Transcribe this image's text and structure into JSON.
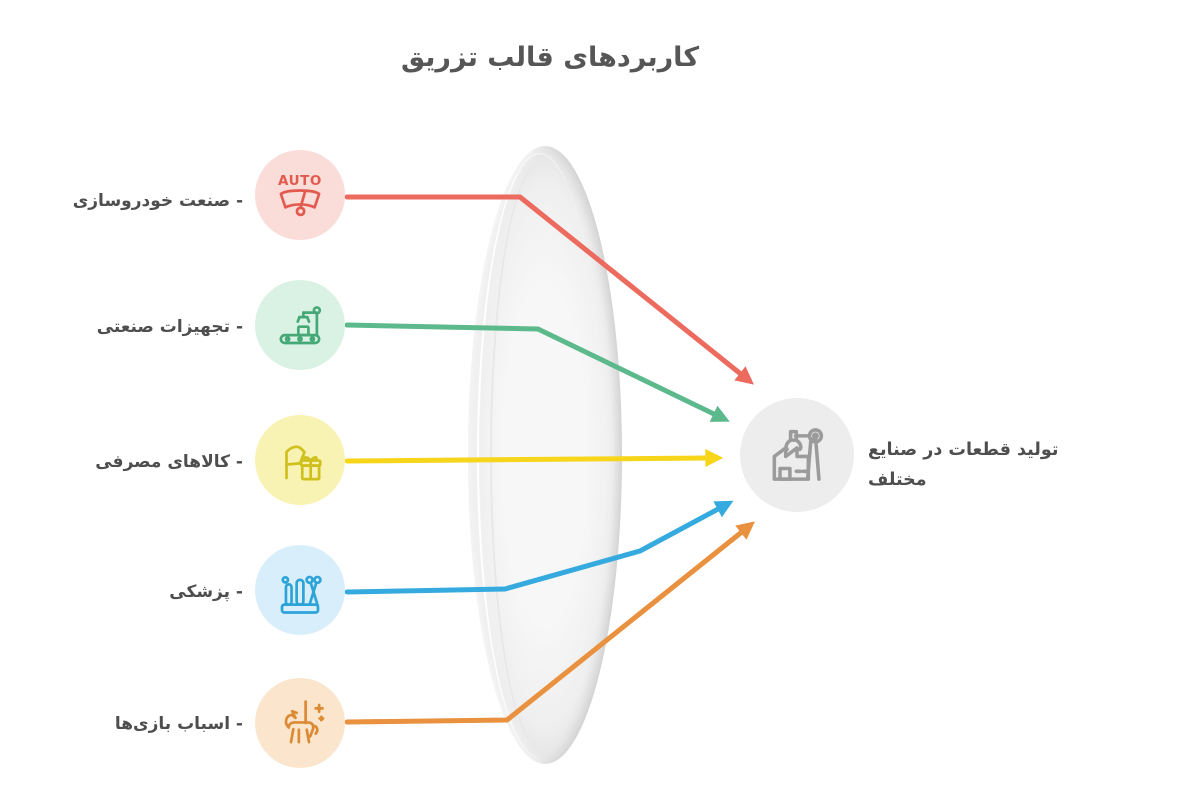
{
  "title": "کاربردهای قالب تزریق",
  "sources": [
    {
      "label": "- صنعت خودروسازی",
      "icon": "auto-windshield-icon",
      "icon_text": "AUTO",
      "arrow_color": "#ec6a5e",
      "circle_bg": "#fadcd9",
      "icon_color": "#e25a4e"
    },
    {
      "label": "- تجهیزات صنعتی",
      "icon": "conveyor-robot-icon",
      "arrow_color": "#5cb98c",
      "circle_bg": "#d9f2e4",
      "icon_color": "#47a877"
    },
    {
      "label": "- کالاهای مصرفی",
      "icon": "like-gift-icon",
      "arrow_color": "#f6d51a",
      "circle_bg": "#f8f3b2",
      "icon_color": "#cfc01e"
    },
    {
      "label": "- پزشکی",
      "icon": "medical-instruments-icon",
      "arrow_color": "#35aadf",
      "circle_bg": "#d9eefb",
      "icon_color": "#2da4d8"
    },
    {
      "label": "- اسباب بازی‌ها",
      "icon": "toy-horse-icon",
      "arrow_color": "#e9913f",
      "circle_bg": "#fbe6cd",
      "icon_color": "#dc8a33"
    }
  ],
  "target": {
    "label_line1": "تولید قطعات در صنایع",
    "label_line2": "مختلف",
    "icon": "factory-robot-icon",
    "circle_bg": "#ededed",
    "icon_color": "#9b9b9b"
  },
  "style": {
    "text_color": "#4e4e4e",
    "title_color": "#565656",
    "lens_fill": "#efefef",
    "background": "#ffffff"
  }
}
